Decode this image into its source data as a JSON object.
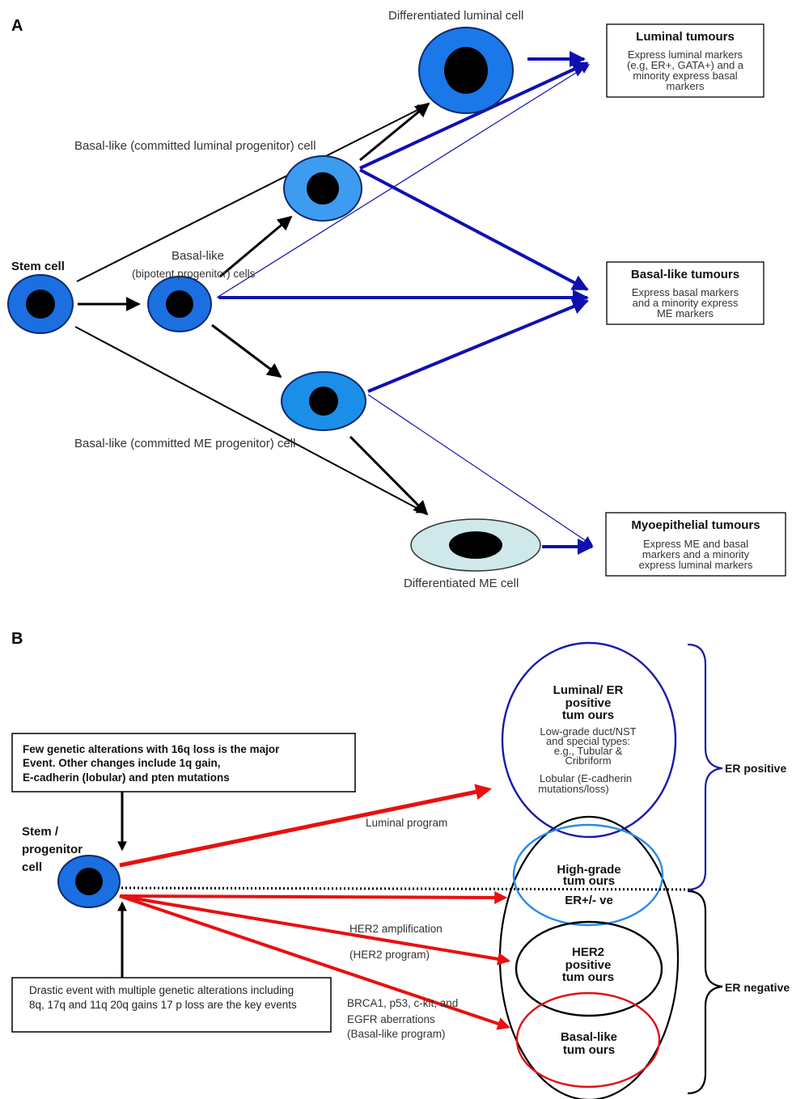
{
  "panel_a": {
    "letter": "A",
    "labels": {
      "stem_cell": "Stem cell",
      "bipotent_line1": "Basal-like",
      "bipotent_line2": "(bipotent progenitor) cells",
      "luminal_progenitor": "Basal-like (committed luminal progenitor) cell",
      "me_progenitor": "Basal-like (committed ME progenitor) cell",
      "diff_luminal": "Differentiated luminal  cell",
      "diff_me": "Differentiated ME cell"
    },
    "boxes": {
      "luminal": {
        "title": "Luminal tumours",
        "lines": [
          "Express luminal markers",
          "(e.g, ER+, GATA+) and a",
          "minority express basal",
          "markers"
        ]
      },
      "basal": {
        "title": "Basal-like tumours",
        "lines": [
          "Express basal markers",
          "and a minority express",
          "ME markers"
        ]
      },
      "myo": {
        "title": "Myoepithelial tumours",
        "lines": [
          "Express ME and basal",
          "markers and a minority",
          "express luminal markers"
        ]
      }
    },
    "colors": {
      "cell_blue": "#1b6fe0",
      "cell_light_blue": "#3d9cf0",
      "me_cell": "#cfe8ea",
      "arrow_blue": "#1010b0",
      "nucleus": "#000000"
    }
  },
  "panel_b": {
    "letter": "B",
    "stem_label": [
      "Stem /",
      "progenitor",
      "cell"
    ],
    "top_note": [
      "Few genetic alterations with 16q loss is the major",
      "Event.  Other changes include 1q gain,",
      "E-cadherin (lobular) and pten mutations"
    ],
    "bottom_note": [
      "Drastic event with multiple genetic alterations including",
      "8q, 17q and 11q 20q gains 17 p loss are the key events"
    ],
    "arrow_labels": {
      "luminal": "Luminal program",
      "her2_a": "HER2 amplification",
      "her2_b": "(HER2 program)",
      "basal_1": "BRCA1, p53, c-kit, and",
      "basal_2": "EGFR aberrations",
      "basal_3": "(Basal-like program)"
    },
    "luminal_ellipse": {
      "title": [
        "Luminal/ ER",
        "positive",
        "tum ours"
      ],
      "body": [
        "Low-grade duct/NST",
        "and special types:",
        "e.g., Tubular &",
        "Cribriform",
        "",
        "Lobular (E-cadherin",
        "mutations/loss)"
      ]
    },
    "high_grade": [
      "High-grade",
      "tum ours"
    ],
    "er_mixed": "ER+/- ve",
    "her2": [
      "HER2",
      "positive",
      "tum ours"
    ],
    "basal": [
      "Basal-like",
      "tum ours"
    ],
    "brace_labels": {
      "er_positive": "ER positive",
      "er_negative": "ER negative"
    },
    "colors": {
      "arrow_red": "#e81010",
      "luminal_ellipse": "#1a1aa8",
      "high_grade_ellipse": "#2a8ae8",
      "basal_ellipse": "#dd1111",
      "brace": "#1a1aa8"
    }
  }
}
